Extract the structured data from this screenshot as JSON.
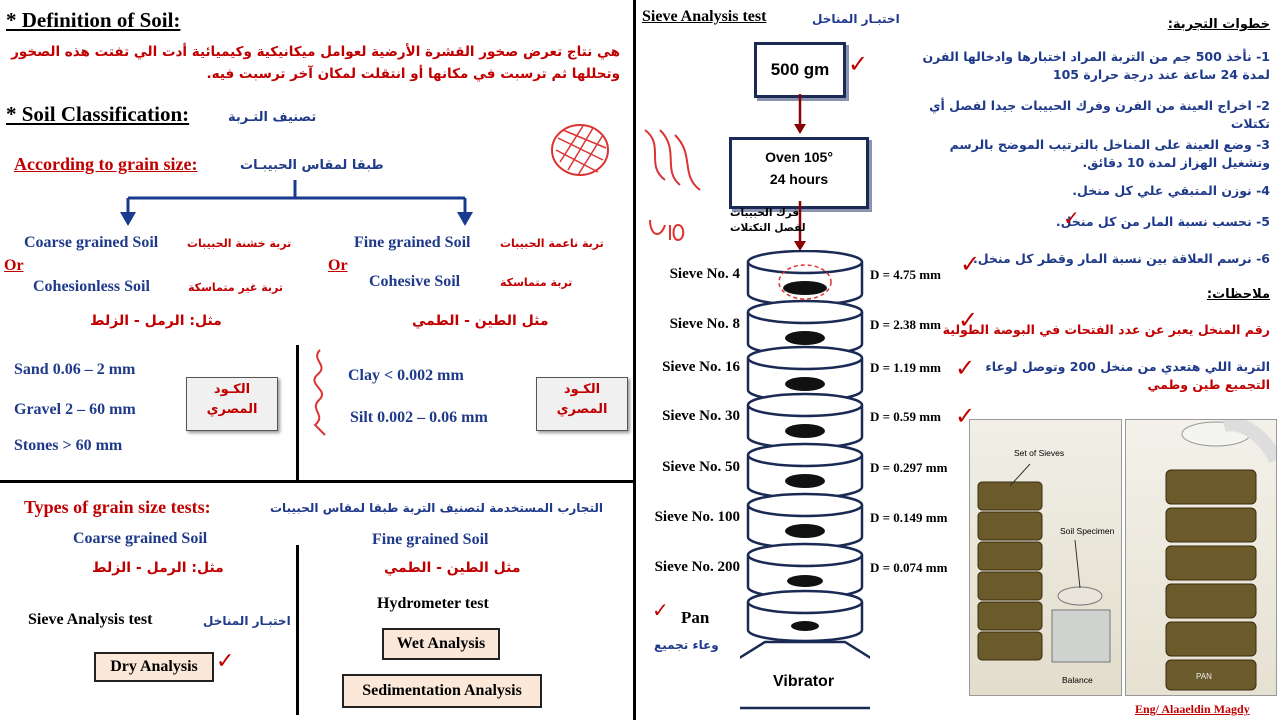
{
  "def": {
    "title": "* Definition of Soil:",
    "text1": "هي نتاج تعرض صخور القشرة الأرضية لعوامل ميكانيكية وكيميائية أدت الي تفتت هذه الصخور",
    "text2": "وتحللها ثم ترسبت في مكانها أو انتقلت لمكان آخر ترسبت فيه."
  },
  "classification": {
    "title": "* Soil Classification:",
    "title_ar": "تصنيف التـربة",
    "according": "According to grain size:",
    "according_ar": "طبقا لمقاس الحبيبـات",
    "coarse": {
      "title": "Coarse grained Soil",
      "title_ar": "تربة خشنة الحبيبات",
      "or": "Or",
      "alt": "Cohesionless Soil",
      "alt_ar": "تربة غير متماسكة",
      "example": "مثل: الرمل - الزلط",
      "sand": "Sand 0.06 – 2 mm",
      "gravel": "Gravel 2 – 60 mm",
      "stones": "Stones > 60 mm",
      "code": "الكـود المصري"
    },
    "fine": {
      "title": "Fine grained Soil",
      "title_ar": "تربة ناعمة الحبيبات",
      "or": "Or",
      "alt": "Cohesive Soil",
      "alt_ar": "تربة متماسكة",
      "example": "مثل الطين - الطمي",
      "clay": "Clay < 0.002 mm",
      "silt": "Silt 0.002 – 0.06 mm",
      "code": "الكـود المصري"
    }
  },
  "tests": {
    "title": "Types of grain size tests:",
    "title_ar": "التجارب المستخدمة لتصنيف التربة طبقا لمقاس الحبيبات",
    "coarse_title": "Coarse grained Soil",
    "coarse_example": "مثل: الرمل - الزلط",
    "sieve": "Sieve Analysis test",
    "sieve_ar": "اختبـار المناخل",
    "dry": "Dry Analysis",
    "fine_title": "Fine grained Soil",
    "fine_example": "مثل الطين - الطمي",
    "hydro": "Hydrometer test",
    "wet": "Wet Analysis",
    "sed": "Sedimentation Analysis"
  },
  "sieve_test": {
    "title": "Sieve Analysis test",
    "title_ar": "اختبـار المناخل",
    "sample": "500 gm",
    "oven1": "Oven 105°",
    "oven2": "24 hours",
    "note1": "فرك الحبيبات",
    "note2": "لفصل التكتلات",
    "sieves": [
      {
        "name": "Sieve No. 4",
        "d": "D = 4.75 mm"
      },
      {
        "name": "Sieve No. 8",
        "d": "D = 2.38 mm"
      },
      {
        "name": "Sieve No. 16",
        "d": "D = 1.19 mm"
      },
      {
        "name": "Sieve No. 30",
        "d": "D = 0.59 mm"
      },
      {
        "name": "Sieve No. 50",
        "d": "D = 0.297 mm"
      },
      {
        "name": "Sieve No. 100",
        "d": "D = 0.149 mm"
      },
      {
        "name": "Sieve No. 200",
        "d": "D = 0.074 mm"
      }
    ],
    "pan": "Pan",
    "pan_ar": "وعاء تجميع",
    "vibrator": "Vibrator"
  },
  "steps": {
    "title": "خطوات التجربة:",
    "items": [
      "1- نأخذ 500 جم من التربة المراد اختبارها وادخالها الفرن لمدة 24 ساعة عند درجة حرارة 105",
      "2- اخراج العينة من الفرن وفرك الحبيبات جيدا لفصل أي تكتلات",
      "3- وضع العينة على المناخل بالترتيب الموضح بالرسم وتشغيل الهزاز لمدة 10 دقائق.",
      "4- نوزن المتبقي علي كل منخل.",
      "5- نحسب نسبة المار من كل منخل.",
      "6- نرسم العلاقة بين نسبة المار وقطر كل منخل."
    ],
    "notes_title": "ملاحظات:",
    "note1": "رقم المنخل يعبر عن عدد الفتحات في البوصة الطولية",
    "note2a": "التربة اللي هتعدي من منخل 200 وتوصل لوعاء",
    "note2b": "التجميع طين وطمي",
    "photo_label1": "Set of Sieves",
    "photo_label2": "Soil Specimen",
    "photo_label3": "Balance",
    "photo_label4": "PAN",
    "author": "Eng/ Alaaeldin Magdy"
  }
}
